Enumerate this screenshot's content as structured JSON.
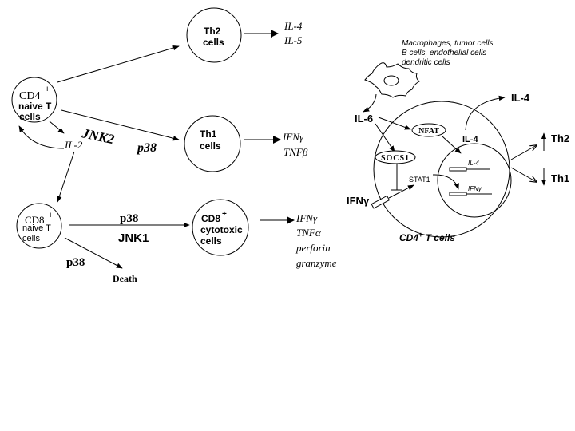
{
  "colors": {
    "ink": "#000000",
    "background": "#ffffff"
  },
  "left_panel": {
    "cd4_cell": {
      "line1": "CD4",
      "sup": "+",
      "line2": "naive T",
      "line3": "cells"
    },
    "cd8_cell": {
      "line1": "CD8",
      "sup": "+",
      "line2": "naive T",
      "line3": "cells"
    },
    "th2_cell": {
      "line1": "Th2",
      "line2": "cells"
    },
    "th1_cell": {
      "line1": "Th1",
      "line2": "cells"
    },
    "ctl_cell": {
      "line1": "CD8",
      "sup": "+",
      "line2": "cytotoxic",
      "line3": "cells"
    },
    "th2_outputs": [
      "IL-4",
      "IL-5"
    ],
    "th1_outputs": [
      "IFNγ",
      "TNFβ"
    ],
    "ctl_outputs": [
      "IFNγ",
      "TNFα",
      "perforin",
      "granzyme"
    ],
    "il2_label": "IL-2",
    "jnk2_label": "JNK2",
    "p38_th1_label": "p38",
    "p38_ctl_label": "p38",
    "jnk1_label": "JNK1",
    "p38_death_label": "p38",
    "death_label": "Death"
  },
  "right_panel": {
    "source_cells": [
      "Macrophages, tumor cells",
      "B cells, endothelial cells",
      "dendritic cells"
    ],
    "il6_label": "IL-6",
    "il4_out_label": "IL-4",
    "nfat_label": "NFAT",
    "socs1_label": "SOCS1",
    "il4_inner_label": "IL-4",
    "stat1_label": "STAT1",
    "nucleus_genes": [
      "IL-4",
      "IFNγ"
    ],
    "ifng_label": "IFNγ",
    "cell_label": "CD4",
    "cell_label_sup": "+",
    "cell_label_rest": " T cells",
    "th2_label": "Th2",
    "th1_label": "Th1"
  }
}
